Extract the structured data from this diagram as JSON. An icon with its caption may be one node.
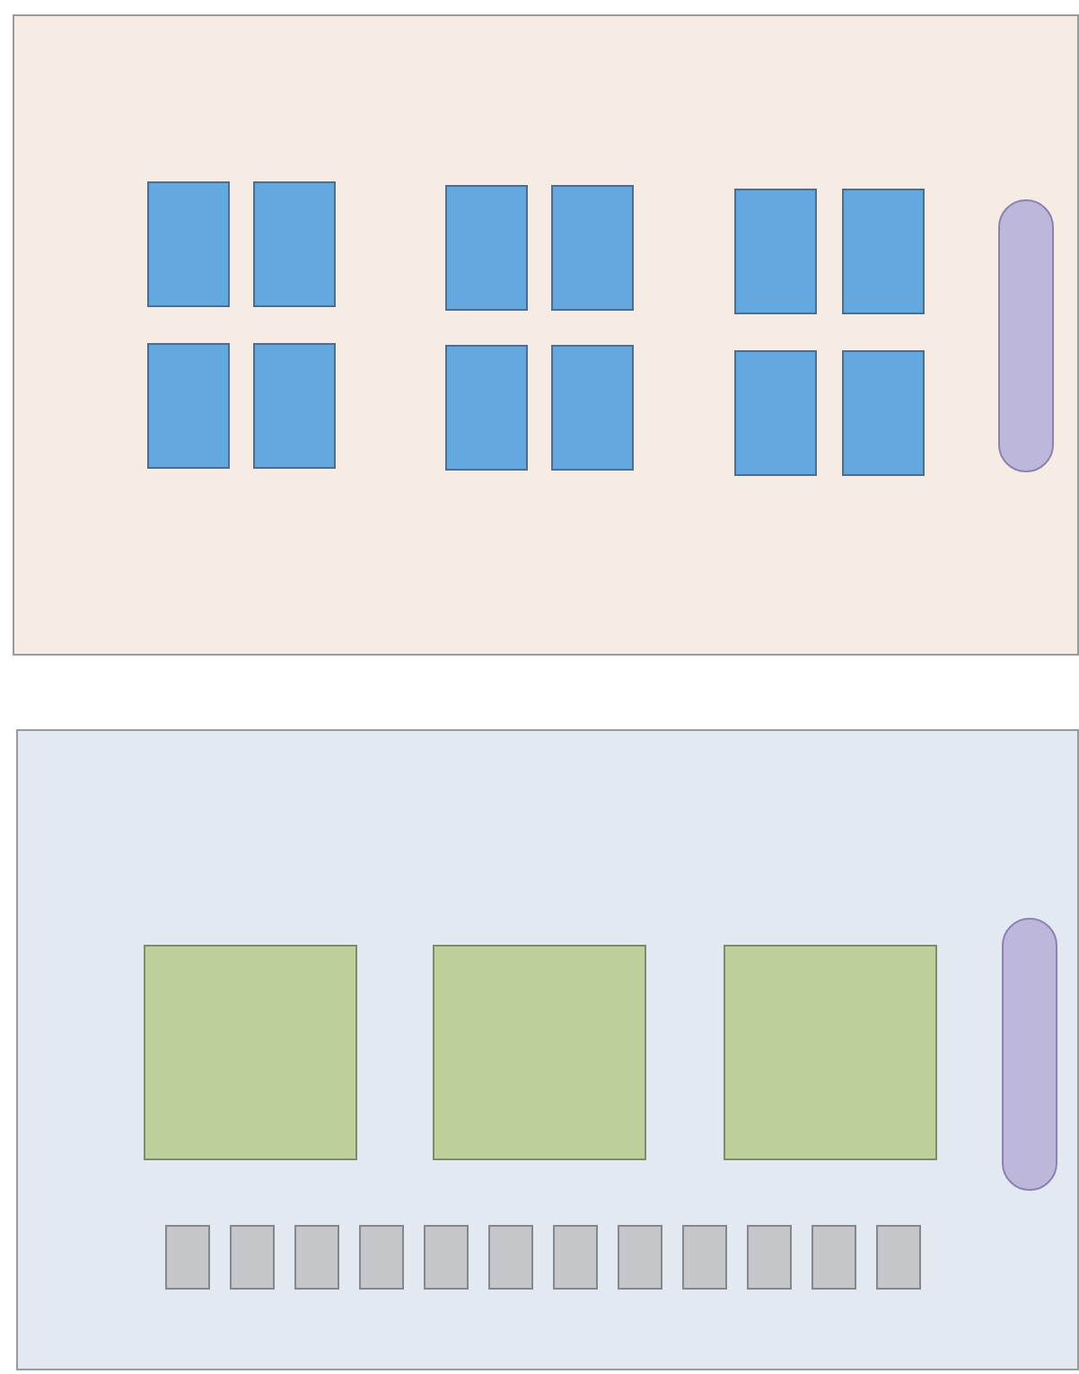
{
  "diagram": {
    "nodes": [
      {
        "text": [],
        "shape": "box"
      },
      {
        "text": [],
        "shape": "box",
        "in": 0
      },
      {
        "text": [],
        "shape": "box",
        "in": 0
      },
      {
        "text": [],
        "shape": "box",
        "in": 0
      },
      {
        "text": [],
        "shape": "box",
        "in": 0
      },
      {
        "text": [],
        "shape": "box",
        "in": 0
      },
      {
        "text": [],
        "shape": "box",
        "in": 0
      },
      {
        "text": [],
        "shape": "box",
        "in": 0
      },
      {
        "text": [],
        "shape": "box",
        "in": 0
      },
      {
        "text": [],
        "shape": "box",
        "in": 0
      },
      {
        "text": [],
        "shape": "box",
        "in": 0
      },
      {
        "text": [],
        "shape": "box",
        "in": 0
      },
      {
        "text": [],
        "shape": "box",
        "in": 0
      },
      {
        "text": [],
        "shape": "capsule",
        "in": 0
      },
      {
        "text": [],
        "shape": "box"
      },
      {
        "text": [],
        "shape": "box",
        "in": 14
      },
      {
        "text": [],
        "shape": "box",
        "in": 14
      },
      {
        "text": [],
        "shape": "box",
        "in": 14
      },
      {
        "text": [],
        "shape": "capsule",
        "in": 14
      },
      {
        "text": [],
        "shape": "box",
        "in": 14
      },
      {
        "text": [],
        "shape": "box",
        "in": 14
      },
      {
        "text": [],
        "shape": "box",
        "in": 14
      },
      {
        "text": [],
        "shape": "box",
        "in": 14
      },
      {
        "text": [],
        "shape": "box",
        "in": 14
      },
      {
        "text": [],
        "shape": "box",
        "in": 14
      },
      {
        "text": [],
        "shape": "box",
        "in": 14
      },
      {
        "text": [],
        "shape": "box",
        "in": 14
      },
      {
        "text": [],
        "shape": "box",
        "in": 14
      },
      {
        "text": [],
        "shape": "box",
        "in": 14
      },
      {
        "text": [],
        "shape": "box",
        "in": 14
      },
      {
        "text": [],
        "shape": "box",
        "in": 14
      }
    ]
  }
}
